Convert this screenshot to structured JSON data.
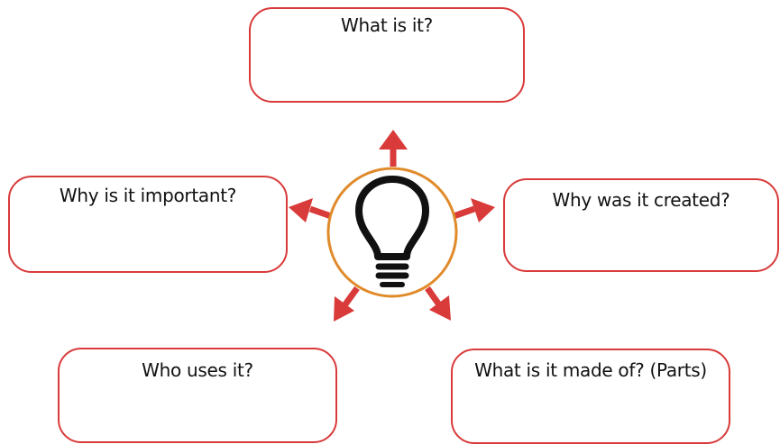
{
  "diagram": {
    "center": {
      "icon": "lightbulb-icon"
    },
    "boxes": {
      "top": "What is it?",
      "left": "Why is it important?",
      "right": "Why was it created?",
      "bottom_left": "Who uses it?",
      "bottom_right": "What is it made of? (Parts)"
    },
    "colors": {
      "box_border": "#d93a3a",
      "arrow": "#d93a3a",
      "circle_border": "#e08a2a",
      "bulb": "#111111"
    }
  }
}
